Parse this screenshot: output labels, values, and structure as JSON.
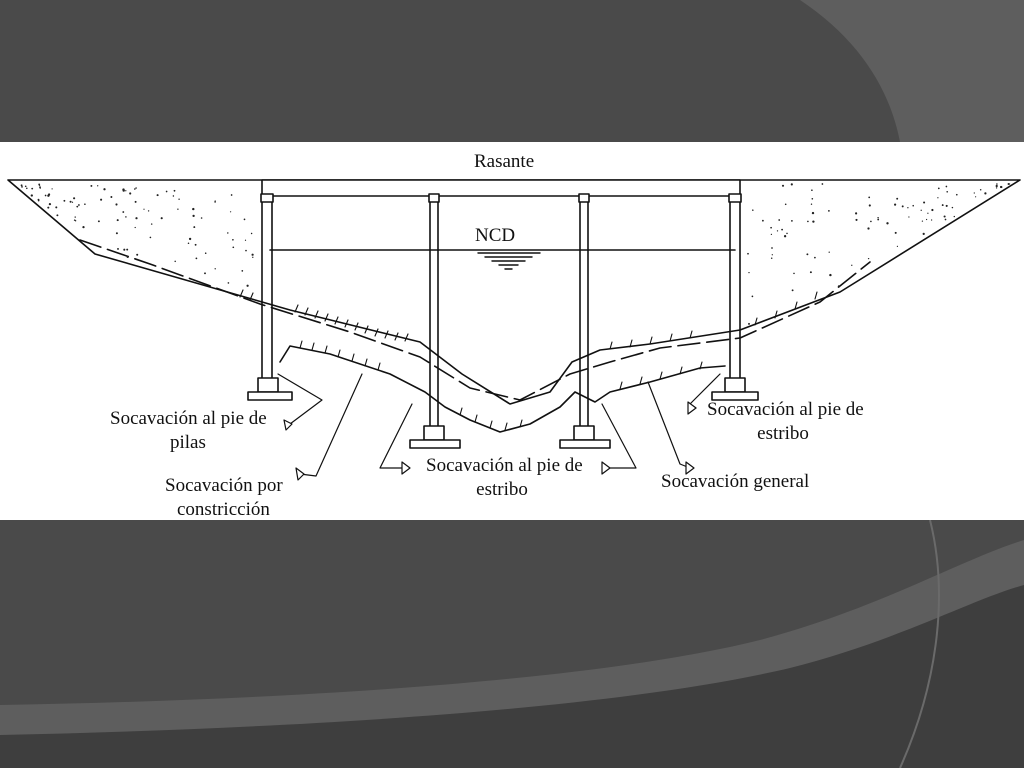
{
  "slide": {
    "background_color": "#4a4a4a",
    "swoosh_color": "#5e5e5e",
    "swoosh_dark_color": "#3e3e3e"
  },
  "diagram": {
    "top_label": "Rasante",
    "water_label": "NCD",
    "labels": {
      "pier_scour": {
        "line1": "Socavación al pie de",
        "line2": "pilas"
      },
      "constriction_scour": {
        "line1": "Socavación por",
        "line2": "constricción"
      },
      "abutment_scour_center": {
        "line1": "Socavación al pie de",
        "line2": "estribo"
      },
      "general_scour": {
        "line1": "Socavación general"
      },
      "abutment_scour_right": {
        "line1": "Socavación al pie de",
        "line2": "estribo"
      }
    }
  }
}
